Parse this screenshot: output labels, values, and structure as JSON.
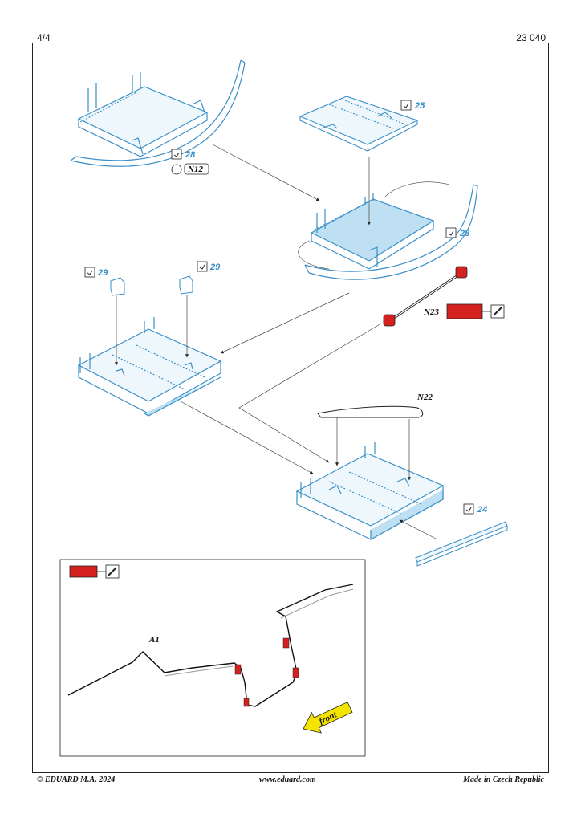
{
  "header": {
    "page": "4/4",
    "kit_number": "23 040"
  },
  "callouts": [
    {
      "id": "c28a",
      "text": "28"
    },
    {
      "id": "n12",
      "text": "N12"
    },
    {
      "id": "c25",
      "text": "25"
    },
    {
      "id": "c28b",
      "text": "28"
    },
    {
      "id": "c29a",
      "text": "29"
    },
    {
      "id": "c29b",
      "text": "29"
    },
    {
      "id": "n23",
      "text": "N23"
    },
    {
      "id": "n22",
      "text": "N22"
    },
    {
      "id": "c24",
      "text": "24"
    }
  ],
  "detail_box": {
    "part_label": "A1",
    "arrow_text": "front"
  },
  "colors": {
    "part_blue": "#3a8fc8",
    "fill_blue": "#bfe0f2",
    "paint_red": "#d4201f",
    "arrow_yellow": "#f5e400",
    "line": "#222222"
  },
  "footer": {
    "copyright": "© EDUARD  M.A. 2024",
    "website": "www.eduard.com",
    "origin": "Made in Czech Republic"
  }
}
